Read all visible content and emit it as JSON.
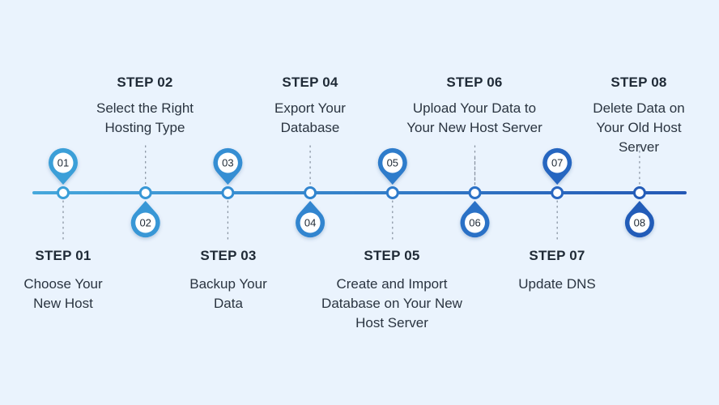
{
  "steps": [
    {
      "number": "01",
      "title": "STEP 01",
      "description": "Choose Your New Host",
      "color": "#3a9fd8"
    },
    {
      "number": "02",
      "title": "STEP 02",
      "description": "Select the Right Hosting Type",
      "color": "#3797d6"
    },
    {
      "number": "03",
      "title": "STEP 03",
      "description": "Backup Your Data",
      "color": "#348ed3"
    },
    {
      "number": "04",
      "title": "STEP 04",
      "description": "Export Your Database",
      "color": "#3185cf"
    },
    {
      "number": "05",
      "title": "STEP 05",
      "description": "Create and Import Database on Your New Host Server",
      "color": "#2e7bcb"
    },
    {
      "number": "06",
      "title": "STEP 06",
      "description": "Upload Your Data to Your New Host Server",
      "color": "#2b71c6"
    },
    {
      "number": "07",
      "title": "STEP 07",
      "description": "Update DNS",
      "color": "#2866c0"
    },
    {
      "number": "08",
      "title": "STEP 08",
      "description": "Delete Data on Your Old Host Server",
      "color": "#245cb8"
    }
  ],
  "colors": {
    "background": "#eaf3fd",
    "line_start": "#46a8dc",
    "line_end": "#2458b5"
  }
}
